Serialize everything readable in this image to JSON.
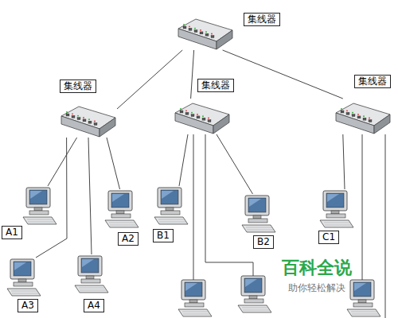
{
  "diagram": {
    "nodes": [
      {
        "text": [
          "集线器"
        ]
      },
      {
        "text": [
          "集线器"
        ]
      },
      {
        "text": [
          "集线器"
        ]
      },
      {
        "text": [
          "集线器"
        ]
      },
      {
        "text": [
          "A1"
        ]
      },
      {
        "text": [
          "A2"
        ]
      },
      {
        "text": [
          "B1"
        ]
      },
      {
        "text": [
          "B2"
        ]
      },
      {
        "text": [
          "C1"
        ]
      },
      {
        "text": [
          "A3"
        ]
      },
      {
        "text": [
          "A4"
        ]
      }
    ],
    "edges": [
      {
        "from": 0,
        "to": 1,
        "arrow": "none"
      },
      {
        "from": 0,
        "to": 2,
        "arrow": "none"
      },
      {
        "from": 0,
        "to": 3,
        "arrow": "none"
      },
      {
        "from": 1,
        "to": 4,
        "arrow": "none"
      },
      {
        "from": 1,
        "to": 5,
        "arrow": "none"
      },
      {
        "from": 1,
        "to": 9,
        "arrow": "none"
      },
      {
        "from": 1,
        "to": 10,
        "arrow": "none"
      },
      {
        "from": 2,
        "to": 6,
        "arrow": "none"
      },
      {
        "from": 2,
        "to": 7,
        "arrow": "none"
      },
      {
        "from": 3,
        "to": 8,
        "arrow": "none"
      }
    ],
    "labels": [
      "百科全说",
      "助你轻松解决"
    ]
  }
}
